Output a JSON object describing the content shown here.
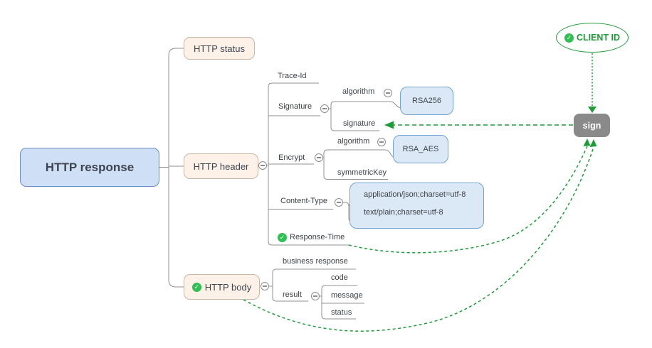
{
  "colors": {
    "root_fill": "#cfe0f6",
    "root_border": "#6a8cc3",
    "branch_fill": "#fdf1e8",
    "branch_border": "#c7b7a6",
    "value_fill": "#dbe8f5",
    "value_border": "#73a2d4",
    "connector_gray": "#909090",
    "annotation_green": "#1f9c3a",
    "check_green": "#2fbf52",
    "sign_gray": "#8a8a8a"
  },
  "map": {
    "root": "HTTP response",
    "status": "HTTP status",
    "header": "HTTP header",
    "body": "HTTP body",
    "trace_id": "Trace-Id",
    "signature": "Signature",
    "signature_algorithm": "algorithm",
    "signature_algorithm_value": "RSA256",
    "signature_value_node": "signature",
    "encrypt": "Encrypt",
    "encrypt_algorithm": "algorithm",
    "encrypt_algorithm_value": "RSA_AES",
    "encrypt_symmetric_key": "symmetricKey",
    "content_type": "Content-Type",
    "content_type_json": "application/json;charset=utf-8",
    "content_type_text": "text/plain;charset=utf-8",
    "response_time": "Response-Time",
    "business_response": "business response",
    "result": "result",
    "result_code": "code",
    "result_message": "message",
    "result_status": "status"
  },
  "annotations": {
    "client_id": "CLIENT ID",
    "sign": "sign"
  }
}
